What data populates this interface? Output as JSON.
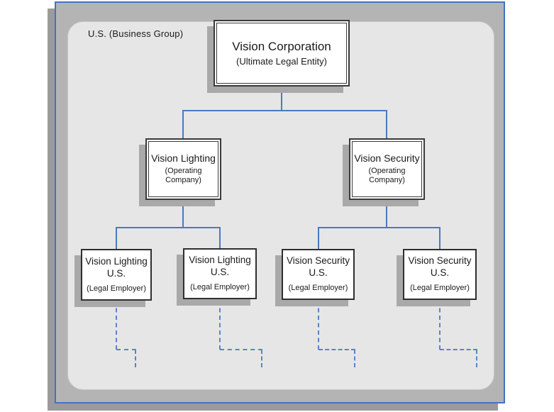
{
  "diagram": {
    "group_label": "U.S. (Business Group)",
    "colors": {
      "frame_border": "#4473bd",
      "frame_fill": "#b4b4b4",
      "panel_fill": "#e6e6e6",
      "connector_blue": "#4b79c0",
      "box_shadow_gray": "#a9a9a9",
      "box_border": "#333333",
      "box_fill": "#ffffff"
    },
    "nodes": {
      "corp": {
        "title": "Vision Corporation",
        "subtitle": "(Ultimate Legal Entity)",
        "type": "Ultimate Legal Entity"
      },
      "lighting": {
        "title": "Vision Lighting",
        "subtitle": "(Operating Company)",
        "type": "Operating Company"
      },
      "security": {
        "title": "Vision Security",
        "subtitle": "(Operating Company)",
        "type": "Operating Company"
      },
      "lighting_us_1": {
        "title": "Vision Lighting U.S.",
        "subtitle": "(Legal Employer)",
        "type": "Legal Employer"
      },
      "lighting_us_2": {
        "title": "Vision Lighting U.S.",
        "subtitle": "(Legal Employer)",
        "type": "Legal Employer"
      },
      "security_us_1": {
        "title": "Vision Security U.S.",
        "subtitle": "(Legal Employer)",
        "type": "Legal Employer"
      },
      "security_us_2": {
        "title": "Vision Security U.S.",
        "subtitle": "(Legal Employer)",
        "type": "Legal Employer"
      }
    },
    "edges": [
      {
        "from": "corp",
        "to": "lighting",
        "style": "solid"
      },
      {
        "from": "corp",
        "to": "security",
        "style": "solid"
      },
      {
        "from": "lighting",
        "to": "lighting_us_1",
        "style": "solid"
      },
      {
        "from": "lighting",
        "to": "lighting_us_2",
        "style": "solid"
      },
      {
        "from": "security",
        "to": "security_us_1",
        "style": "solid"
      },
      {
        "from": "security",
        "to": "security_us_2",
        "style": "solid"
      },
      {
        "from": "lighting_us_1",
        "to": "(continues)",
        "style": "dashed"
      },
      {
        "from": "lighting_us_2",
        "to": "(continues)",
        "style": "dashed"
      },
      {
        "from": "security_us_1",
        "to": "(continues)",
        "style": "dashed"
      },
      {
        "from": "security_us_2",
        "to": "(continues)",
        "style": "dashed"
      }
    ]
  }
}
